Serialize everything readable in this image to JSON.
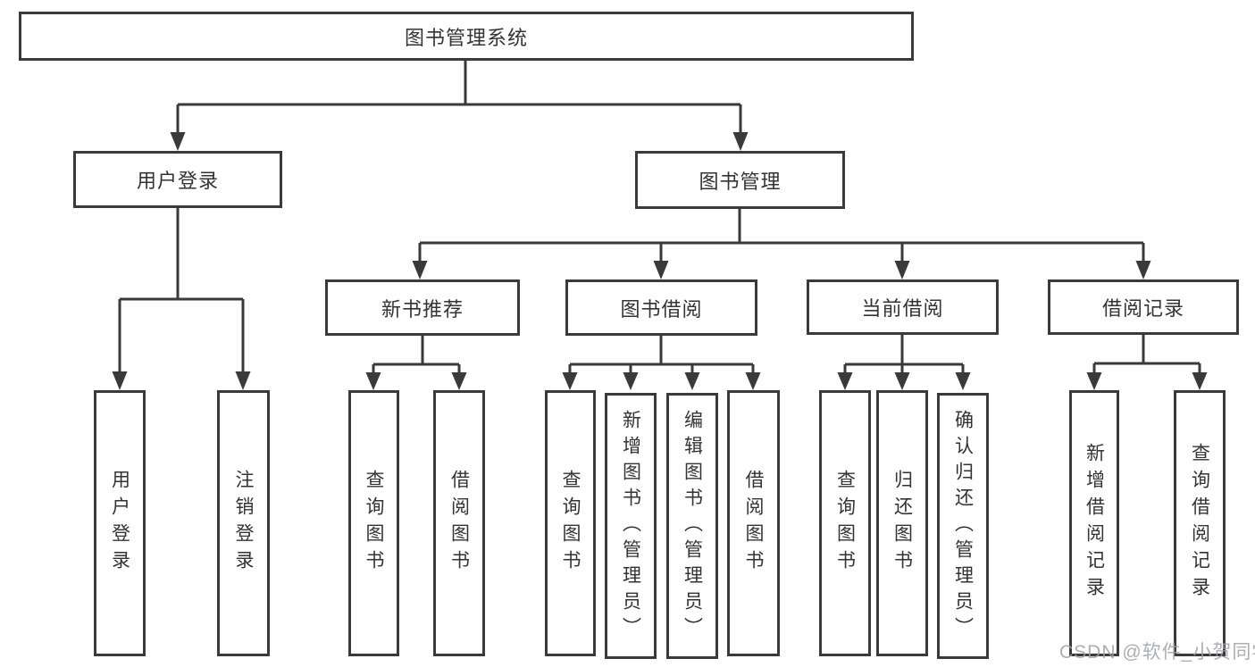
{
  "diagram": {
    "type": "hierarchy-tree",
    "colors": {
      "line": "#3a3a3a",
      "box_border": "#3a3a3a",
      "text": "#333333",
      "background": "#ffffff",
      "watermark_text_color": "#9fa0a4"
    },
    "watermark": "CSDN @软件_小贺同学"
  },
  "nodes": {
    "root": {
      "label": "图书管理系统"
    },
    "user_login": {
      "label": "用户登录"
    },
    "book_management": {
      "label": "图书管理"
    },
    "new_book_recommend": {
      "label": "新书推荐"
    },
    "book_borrowing": {
      "label": "图书借阅"
    },
    "current_borrowing": {
      "label": "当前借阅"
    },
    "borrowing_records": {
      "label": "借阅记录"
    },
    "user_login_leaf": {
      "label": "用户登录"
    },
    "logout_leaf": {
      "label": "注销登录"
    },
    "query_books_1": {
      "label": "查询图书"
    },
    "borrow_books_1": {
      "label": "借阅图书"
    },
    "query_books_2": {
      "label": "查询图书"
    },
    "add_books_admin": {
      "label": "新增图书（管理员）"
    },
    "edit_books_admin": {
      "label": "编辑图书（管理员）"
    },
    "borrow_books_2": {
      "label": "借阅图书"
    },
    "query_books_3": {
      "label": "查询图书"
    },
    "return_books": {
      "label": "归还图书"
    },
    "confirm_return_admin": {
      "label": "确认归还（管理员）"
    },
    "add_borrow_record": {
      "label": "新增借阅记录"
    },
    "query_borrow_record": {
      "label": "查询借阅记录"
    }
  },
  "hierarchy": {
    "root": "图书管理系统",
    "children": [
      {
        "label": "用户登录",
        "children": [
          "用户登录",
          "注销登录"
        ]
      },
      {
        "label": "图书管理",
        "children": [
          {
            "label": "新书推荐",
            "children": [
              "查询图书",
              "借阅图书"
            ]
          },
          {
            "label": "图书借阅",
            "children": [
              "查询图书",
              "新增图书（管理员）",
              "编辑图书（管理员）",
              "借阅图书"
            ]
          },
          {
            "label": "当前借阅",
            "children": [
              "查询图书",
              "归还图书",
              "确认归还（管理员）"
            ]
          },
          {
            "label": "借阅记录",
            "children": [
              "新增借阅记录",
              "查询借阅记录"
            ]
          }
        ]
      }
    ]
  }
}
